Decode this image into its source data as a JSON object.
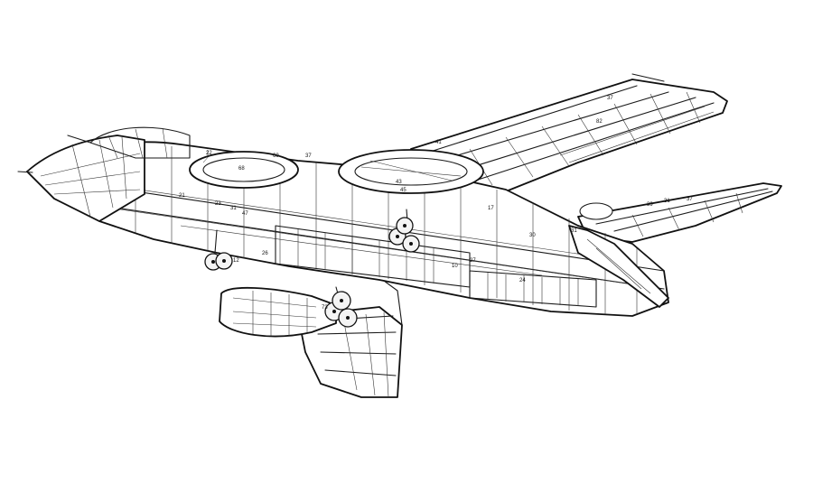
{
  "diagram": {
    "callouts": [
      "22",
      "68",
      "69",
      "37",
      "41",
      "37",
      "82",
      "39",
      "31",
      "37",
      "30",
      "31",
      "27",
      "23",
      "31",
      "21",
      "43",
      "45",
      "47",
      "26",
      "12",
      "73",
      "10",
      "17",
      "24"
    ]
  },
  "colors": {
    "ink": "#1a1a1a",
    "paper": "#ffffff"
  }
}
